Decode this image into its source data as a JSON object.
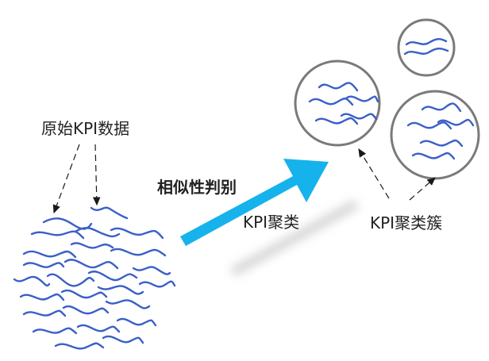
{
  "labels": {
    "raw_data": "原始KPI数据",
    "similarity": "相似性判别",
    "clustering": "KPI聚类",
    "clusters": "KPI聚类簇"
  },
  "colors": {
    "curve": "#3a5fc8",
    "arrow": "#16b2ec",
    "circle_stroke": "#7a7a7a",
    "text": "#222222"
  }
}
